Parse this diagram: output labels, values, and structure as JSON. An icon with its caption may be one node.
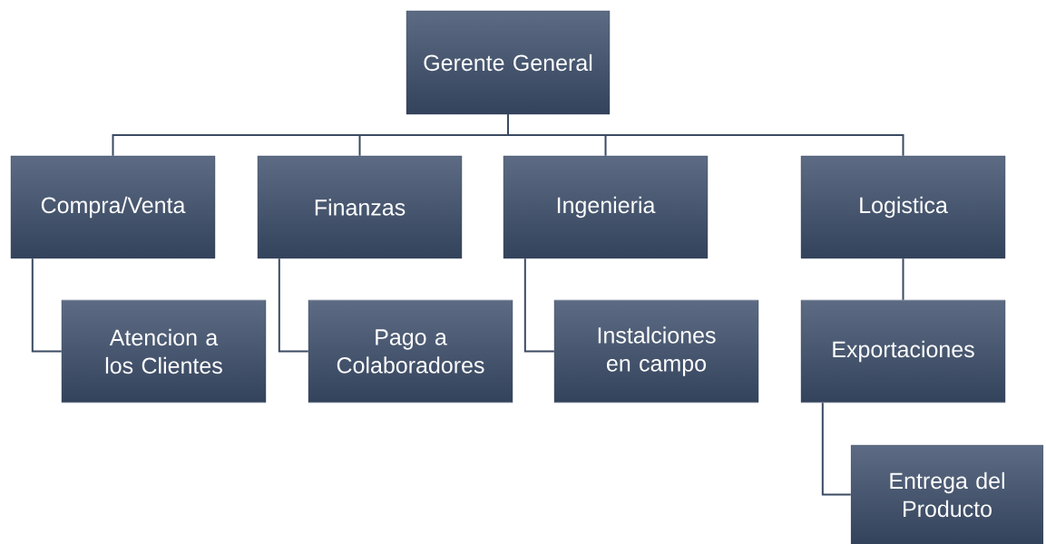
{
  "diagram": {
    "nodes": [
      {
        "text": [
          "Gerente General"
        ]
      },
      {
        "text": [
          "Compra/Venta"
        ]
      },
      {
        "text": [
          "Finanzas"
        ]
      },
      {
        "text": [
          "Ingenieria"
        ]
      },
      {
        "text": [
          "Logistica"
        ]
      },
      {
        "text": [
          "Atencion a los Clientes"
        ]
      },
      {
        "text": [
          "Pago a Colaboradores"
        ]
      },
      {
        "text": [
          "Instalciones en campo"
        ]
      },
      {
        "text": [
          "Exportaciones"
        ]
      },
      {
        "text": [
          "Entrega del Producto"
        ]
      }
    ],
    "edges": [
      {
        "from": 0,
        "to": 1,
        "arrow": "none"
      },
      {
        "from": 0,
        "to": 2,
        "arrow": "none"
      },
      {
        "from": 0,
        "to": 3,
        "arrow": "none"
      },
      {
        "from": 0,
        "to": 4,
        "arrow": "none"
      },
      {
        "from": 1,
        "to": 5,
        "arrow": "none"
      },
      {
        "from": 2,
        "to": 6,
        "arrow": "none"
      },
      {
        "from": 3,
        "to": 7,
        "arrow": "none"
      },
      {
        "from": 4,
        "to": 8,
        "arrow": "none"
      },
      {
        "from": 8,
        "to": 9,
        "arrow": "none"
      }
    ]
  }
}
